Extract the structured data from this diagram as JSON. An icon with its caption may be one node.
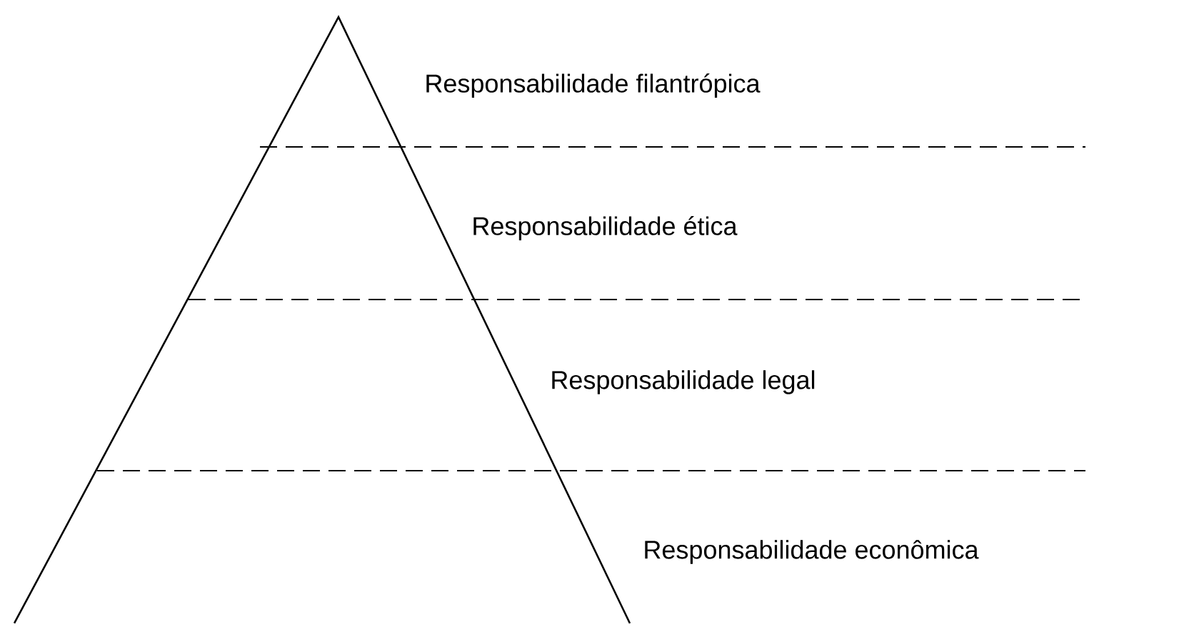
{
  "diagram": {
    "labels": [
      "Responsabilidade filantrópica",
      "Responsabilidade ética",
      "Responsabilidade legal",
      "Responsabilidade econômica"
    ]
  }
}
